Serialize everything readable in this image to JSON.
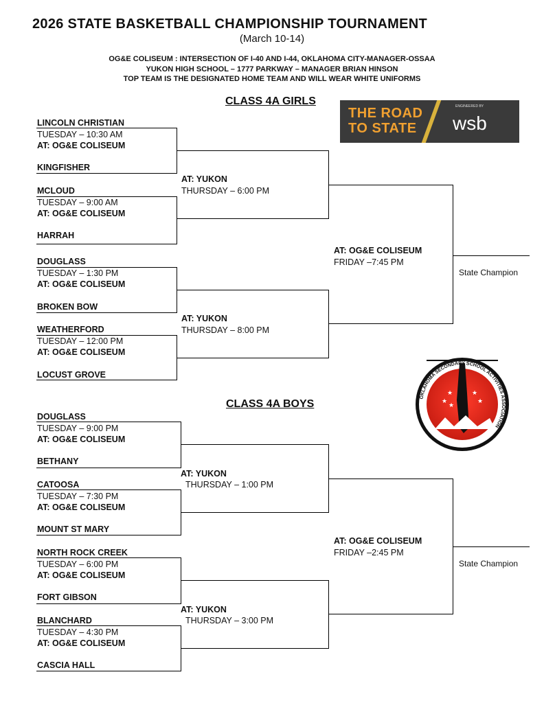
{
  "header": {
    "title": "2026 STATE  BASKETBALL  CHAMPIONSHIP  TOURNAMENT",
    "dates": "(March 10-14)",
    "info_lines": [
      "OG&E COLISEUM  :  INTERSECTION OF I-40 AND I-44, OKLAHOMA CITY-MANAGER-OSSAA",
      "YUKON HIGH SCHOOL – 1777 PARKWAY – MANAGER BRIAN HINSON",
      "TOP TEAM IS THE DESIGNATED HOME TEAM AND WILL WEAR WHITE UNIFORMS"
    ]
  },
  "banner": {
    "text_line1": "THE ROAD",
    "text_line2": "TO STATE",
    "brand": "wsb",
    "small": "ENGINEERED BY",
    "accent_color": "#f0a030"
  },
  "seal": {
    "text": "OKLAHOMA SECONDARY SCHOOL ACTIVITIES ASSOCIATION",
    "color": "#e8261c"
  },
  "girls": {
    "title": "CLASS 4A GIRLS",
    "games": [
      {
        "top": "LINCOLN CHRISTIAN",
        "time": "TUESDAY – 10:30 AM",
        "venue": "AT:  OG&E COLISEUM",
        "bottom": "KINGFISHER"
      },
      {
        "top": "MCLOUD",
        "time": "TUESDAY – 9:00 AM",
        "venue": "AT:  OG&E COLISEUM",
        "bottom": "HARRAH"
      },
      {
        "top": "DOUGLASS",
        "time": "TUESDAY – 1:30 PM",
        "venue": "AT:  OG&E COLISEUM",
        "bottom": "BROKEN BOW"
      },
      {
        "top": "WEATHERFORD",
        "time": "TUESDAY – 12:00 PM",
        "venue": "AT:  OG&E COLISEUM",
        "bottom": "LOCUST GROVE"
      }
    ],
    "semis": [
      {
        "venue": "AT:  YUKON",
        "time": "THURSDAY – 6:00 PM"
      },
      {
        "venue": "AT:  YUKON",
        "time": "THURSDAY – 8:00 PM"
      }
    ],
    "final": {
      "venue": "AT:  OG&E COLISEUM",
      "time": "FRIDAY –7:45 PM"
    },
    "champion": "State Champion"
  },
  "boys": {
    "title": "CLASS 4A BOYS",
    "games": [
      {
        "top": "DOUGLASS",
        "time": "TUESDAY – 9:00 PM",
        "venue": "AT:  OG&E COLISEUM",
        "bottom": "BETHANY"
      },
      {
        "top": "CATOOSA",
        "time": "TUESDAY – 7:30 PM",
        "venue": "AT:  OG&E COLISEUM",
        "bottom": "MOUNT ST MARY"
      },
      {
        "top": "NORTH ROCK CREEK",
        "time": "TUESDAY – 6:00 PM",
        "venue": "AT:  OG&E COLISEUM",
        "bottom": "FORT GIBSON"
      },
      {
        "top": "BLANCHARD",
        "time": "TUESDAY – 4:30 PM",
        "venue": "AT:  OG&E COLISEUM",
        "bottom": "CASCIA HALL"
      }
    ],
    "semis": [
      {
        "venue": "AT:  YUKON",
        "time": "THURSDAY – 1:00 PM"
      },
      {
        "venue": "AT:  YUKON",
        "time": "THURSDAY – 3:00 PM"
      }
    ],
    "final": {
      "venue": "AT:  OG&E COLISEUM",
      "time": "FRIDAY –2:45 PM"
    },
    "champion": "State Champion"
  }
}
